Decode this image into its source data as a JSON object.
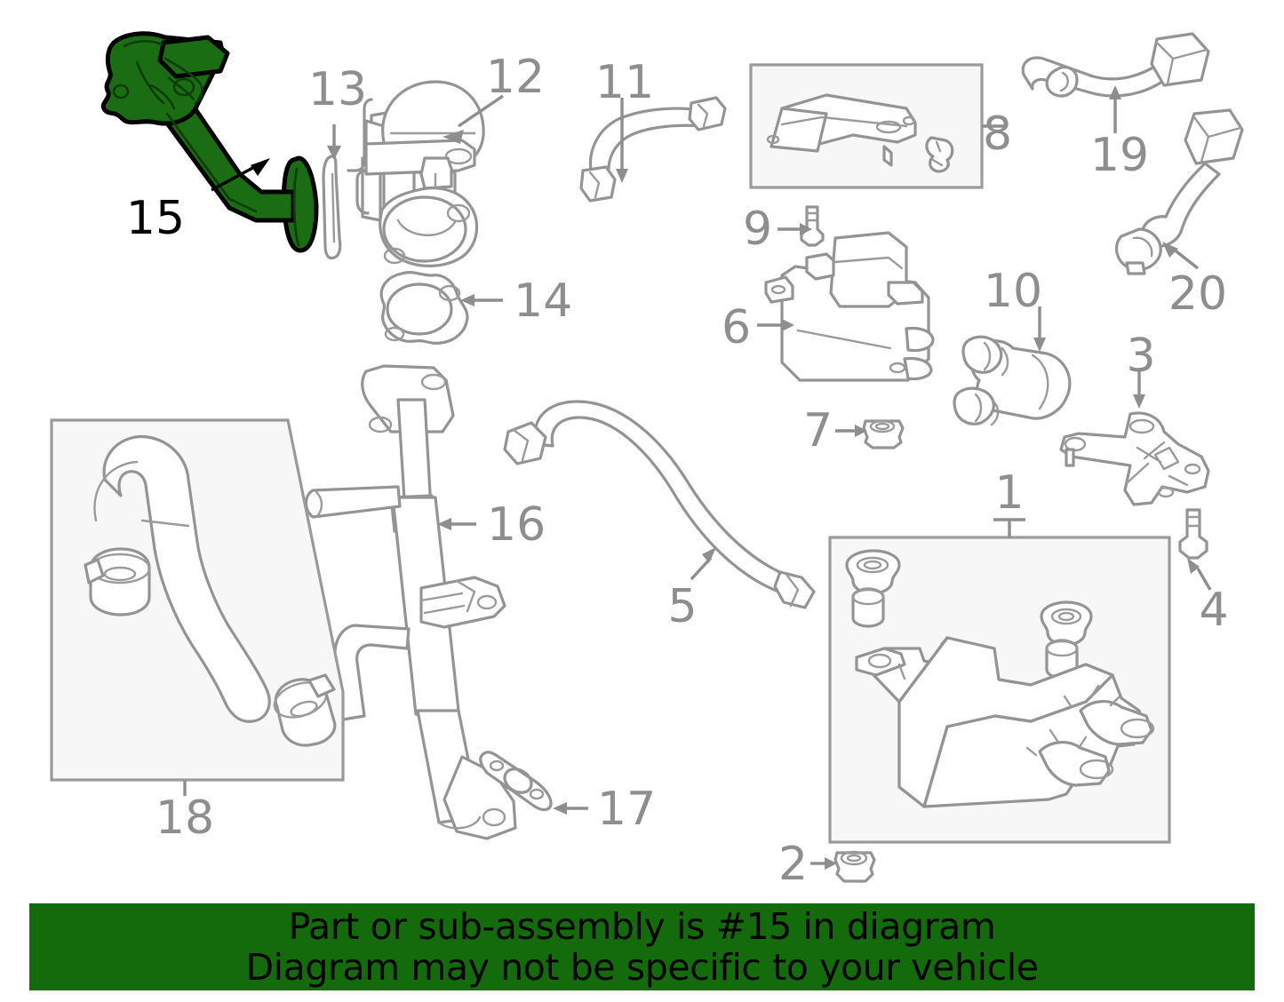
{
  "diagram": {
    "title": "Vehicle EGR and Evaporative Emission System Parts Diagram",
    "highlight_color": "#1a6d12",
    "line_color": "#949494",
    "label_color": "#8e8e8e",
    "highlighted_part_number": "15"
  },
  "banner": {
    "background_color": "#146b0c",
    "line1": "Part or sub-assembly is #15 in diagram",
    "line2": "Diagram may not be specific to your vehicle"
  },
  "callouts": [
    {
      "id": "1",
      "label": "1",
      "part": "vapor-canister-assembly",
      "highlighted": false
    },
    {
      "id": "2",
      "label": "2",
      "part": "canister-nut",
      "highlighted": false
    },
    {
      "id": "3",
      "label": "3",
      "part": "mounting-bracket",
      "highlighted": false
    },
    {
      "id": "4",
      "label": "4",
      "part": "bracket-bolt",
      "highlighted": false
    },
    {
      "id": "5",
      "label": "5",
      "part": "vapor-hose-long",
      "highlighted": false
    },
    {
      "id": "6",
      "label": "6",
      "part": "leak-detection-pump",
      "highlighted": false
    },
    {
      "id": "7",
      "label": "7",
      "part": "grommet",
      "highlighted": false
    },
    {
      "id": "8",
      "label": "8",
      "part": "bracket-kit",
      "highlighted": false
    },
    {
      "id": "9",
      "label": "9",
      "part": "mounting-bolt",
      "highlighted": false
    },
    {
      "id": "10",
      "label": "10",
      "part": "hose-elbow",
      "highlighted": false
    },
    {
      "id": "11",
      "label": "11",
      "part": "vapor-hose-short",
      "highlighted": false
    },
    {
      "id": "12",
      "label": "12",
      "part": "egr-valve",
      "highlighted": false
    },
    {
      "id": "13",
      "label": "13",
      "part": "tube-gasket",
      "highlighted": false
    },
    {
      "id": "14",
      "label": "14",
      "part": "valve-gasket",
      "highlighted": false
    },
    {
      "id": "15",
      "label": "15",
      "part": "egr-tube",
      "highlighted": true
    },
    {
      "id": "16",
      "label": "16",
      "part": "egr-cooler-tube",
      "highlighted": false
    },
    {
      "id": "17",
      "label": "17",
      "part": "manifold-gasket",
      "highlighted": false
    },
    {
      "id": "18",
      "label": "18",
      "part": "hose-and-clamp-kit",
      "highlighted": false
    },
    {
      "id": "19",
      "label": "19",
      "part": "oxygen-sensor-upstream",
      "highlighted": false
    },
    {
      "id": "20",
      "label": "20",
      "part": "oxygen-sensor-downstream",
      "highlighted": false
    }
  ]
}
